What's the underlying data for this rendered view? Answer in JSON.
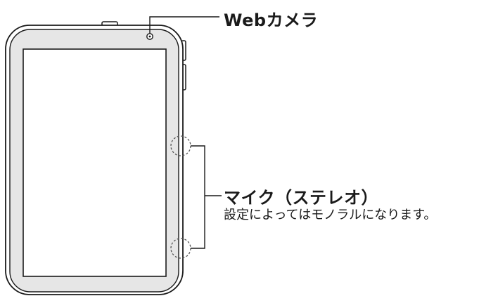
{
  "callouts": {
    "camera": {
      "label": "Webカメラ"
    },
    "microphone": {
      "label": "マイク（ステレオ）",
      "note": "設定によってはモノラルになります。"
    }
  },
  "colors": {
    "line": "#1a1a1a",
    "body_fill": "#e6e6e6",
    "screen_fill": "#ffffff",
    "mic_circle": "#555555"
  }
}
